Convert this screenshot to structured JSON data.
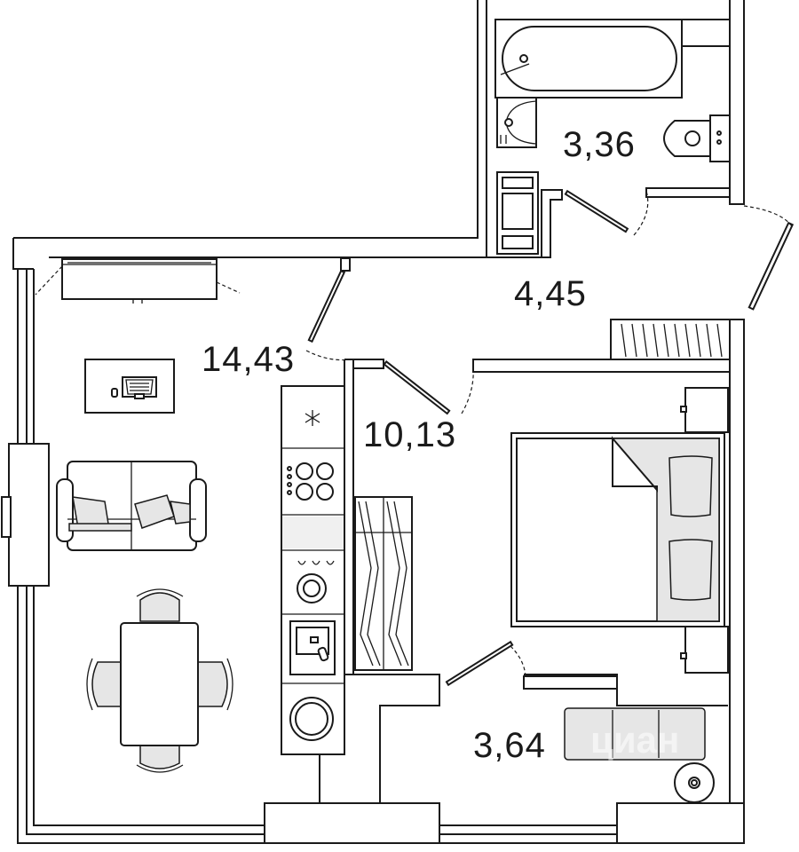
{
  "rooms": [
    {
      "id": "living",
      "area": "14,43"
    },
    {
      "id": "kitchen",
      "area": "10,13"
    },
    {
      "id": "bathroom",
      "area": "3,36"
    },
    {
      "id": "hallway",
      "area": "4,45"
    },
    {
      "id": "loggia",
      "area": "3,64"
    }
  ],
  "watermark": "циан"
}
